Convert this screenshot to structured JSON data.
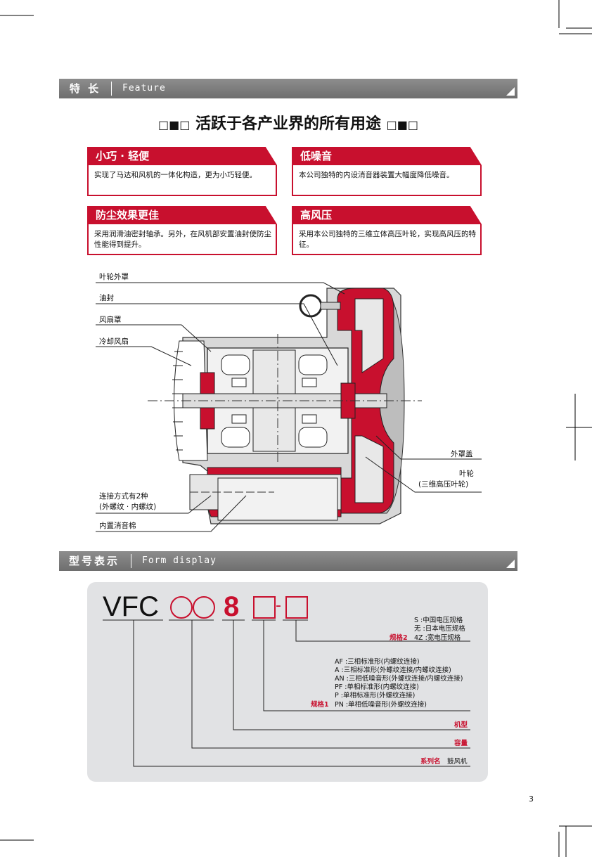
{
  "feature_band": {
    "zh": "特 长",
    "en": "Feature"
  },
  "headline": {
    "text": "活跃于各产业界的所有用途",
    "deco_left": "□■□",
    "deco_right": "□■□"
  },
  "features": [
    {
      "title": "小巧 · 轻便",
      "desc": "实现了马达和风机的一体化构造，更为小巧轻便。"
    },
    {
      "title": "低噪音",
      "desc": "本公司独特的内设消音器装置大幅度降低噪音。"
    },
    {
      "title": "防尘效果更佳",
      "desc": "采用润滑油密封轴承。另外，在风机部安置油封使防尘性能得到提升。"
    },
    {
      "title": "高风压",
      "desc": "采用本公司独特的三维立体高压叶轮，实现高风压的特征。"
    }
  ],
  "diagram_labels": {
    "impeller_cover": "叶轮外罩",
    "oil_seal": "油封",
    "fan_cover": "风扇罩",
    "cooling_fan": "冷却风扇",
    "outer_cover": "外罩盖",
    "impeller": "叶轮",
    "impeller_note": "(三维高压叶轮)",
    "connection": "连接方式有2种",
    "connection_note": "(外螺纹 · 内螺纹)",
    "silencer": "内置消音棉"
  },
  "form_band": {
    "zh": "型号表示",
    "en": "Form display"
  },
  "model": {
    "prefix": "VFC",
    "digit": "8",
    "spec2": {
      "label": "规格2",
      "options": [
        "S :中国电压规格",
        "无 :日本电压规格",
        "4Z :宽电压规格"
      ]
    },
    "spec1": {
      "label": "规格1",
      "options": [
        "AF :三相标准形(内螺纹连接)",
        "A :三相标准形(外螺纹连接/内螺纹连接)",
        "AN :三相低噪音形(外螺纹连接/内螺纹连接)",
        "PF :单相标准形(内螺纹连接)",
        "P :单相标准形(外螺纹连接)",
        "PN :单相低噪音形(外螺纹连接)"
      ]
    },
    "machine_type": "机型",
    "capacity": "容量",
    "series": {
      "label": "系列名",
      "value": "鼓风机"
    }
  },
  "page_number": "3",
  "colors": {
    "accent": "#c8102e",
    "band": "#7d7d7d",
    "panel": "#e1e2e4"
  }
}
